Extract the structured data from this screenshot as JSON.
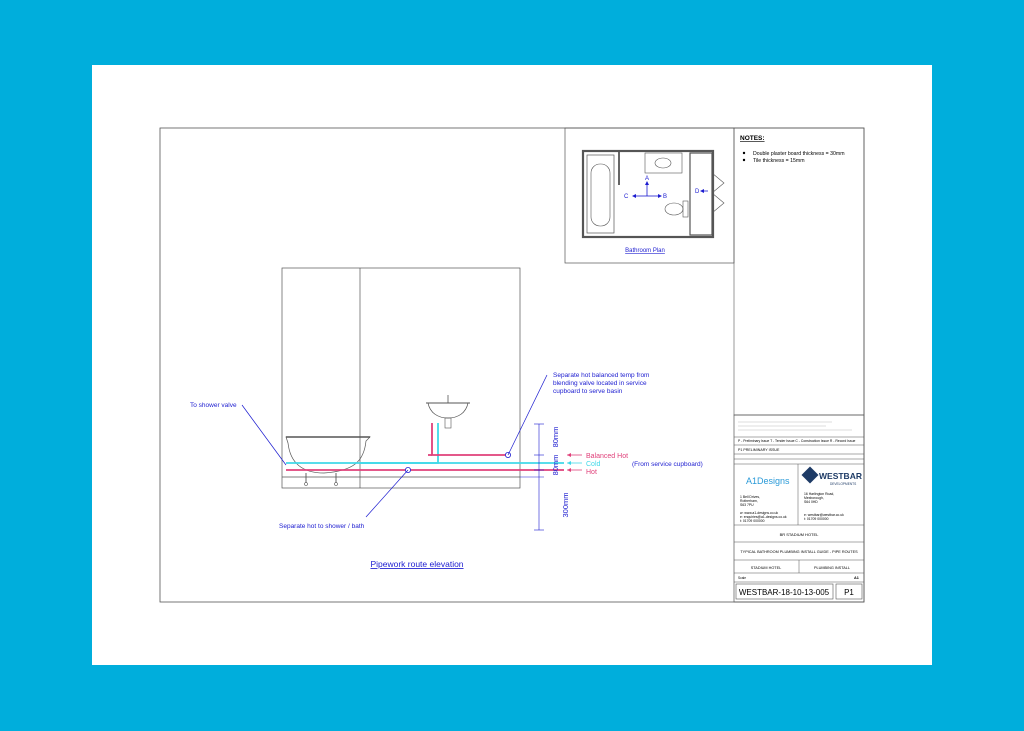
{
  "colors": {
    "background": "#00aedc",
    "paper": "#ffffff",
    "line": "#555555",
    "hot": "#e0407a",
    "cold": "#40d8e8",
    "annotation": "#1c1cd0"
  },
  "notes": {
    "heading": "NOTES:",
    "items": [
      "Double plaster board thickness = 30mm",
      "Tile thickness = 15mm"
    ]
  },
  "plan": {
    "caption": "Bathroom Plan",
    "markers": [
      "A",
      "B",
      "C",
      "D"
    ]
  },
  "elevation": {
    "caption": "Pipework route elevation",
    "callouts": {
      "shower_valve": "To shower valve",
      "separate_hot": "Separate hot to shower / bath",
      "balanced_hot_note_1": "Separate hot balanced temp from",
      "balanced_hot_note_2": "blending valve located in service",
      "balanced_hot_note_3": "cupboard to serve basin",
      "service_cupboard": "(From service cupboard)"
    },
    "legend": {
      "balanced_hot": "Balanced Hot",
      "cold": "Cold",
      "hot": "Hot"
    },
    "dimensions": {
      "dim_80_upper": "80mm",
      "dim_80_lower": "80mm",
      "dim_300": "300mm"
    }
  },
  "title_block": {
    "project": "WESTBAR-18-10-13-005",
    "revision": "P1",
    "client_title": "BR STADIUM HOTEL",
    "drawing_title": "TYPICAL BATHROOM PLUMBING INSTALL GUIDE - PIPE ROUTES",
    "site": "STADIUM HOTEL",
    "package": "PLUMBING INSTALL",
    "issue_row": "P1   PRELIMINARY ISSUE",
    "status_options": "P - Preliminary Issue  T - Tender Issue  C - Construction Issue  R - Record Issue",
    "scale_label": "Scale",
    "size_label": "A1",
    "logo_a1": "A1Designs",
    "logo_westbar": "WESTBAR",
    "logo_westbar_sub": "DEVELOPMENTS",
    "a1_address": [
      "1 Bell Drives,",
      "Rotherham,",
      "S63 7PU"
    ],
    "a1_contact": [
      "w: www.a1-designs.co.uk",
      "e: enquiries@a1-designs.co.uk",
      "t: 01709 000000"
    ],
    "westbar_address": [
      "16 Harlington Road,",
      "Mexborough,",
      "S64 0HD"
    ],
    "westbar_contact": [
      "e: westbar@westbar.co.uk",
      "t: 01709 000000"
    ]
  }
}
